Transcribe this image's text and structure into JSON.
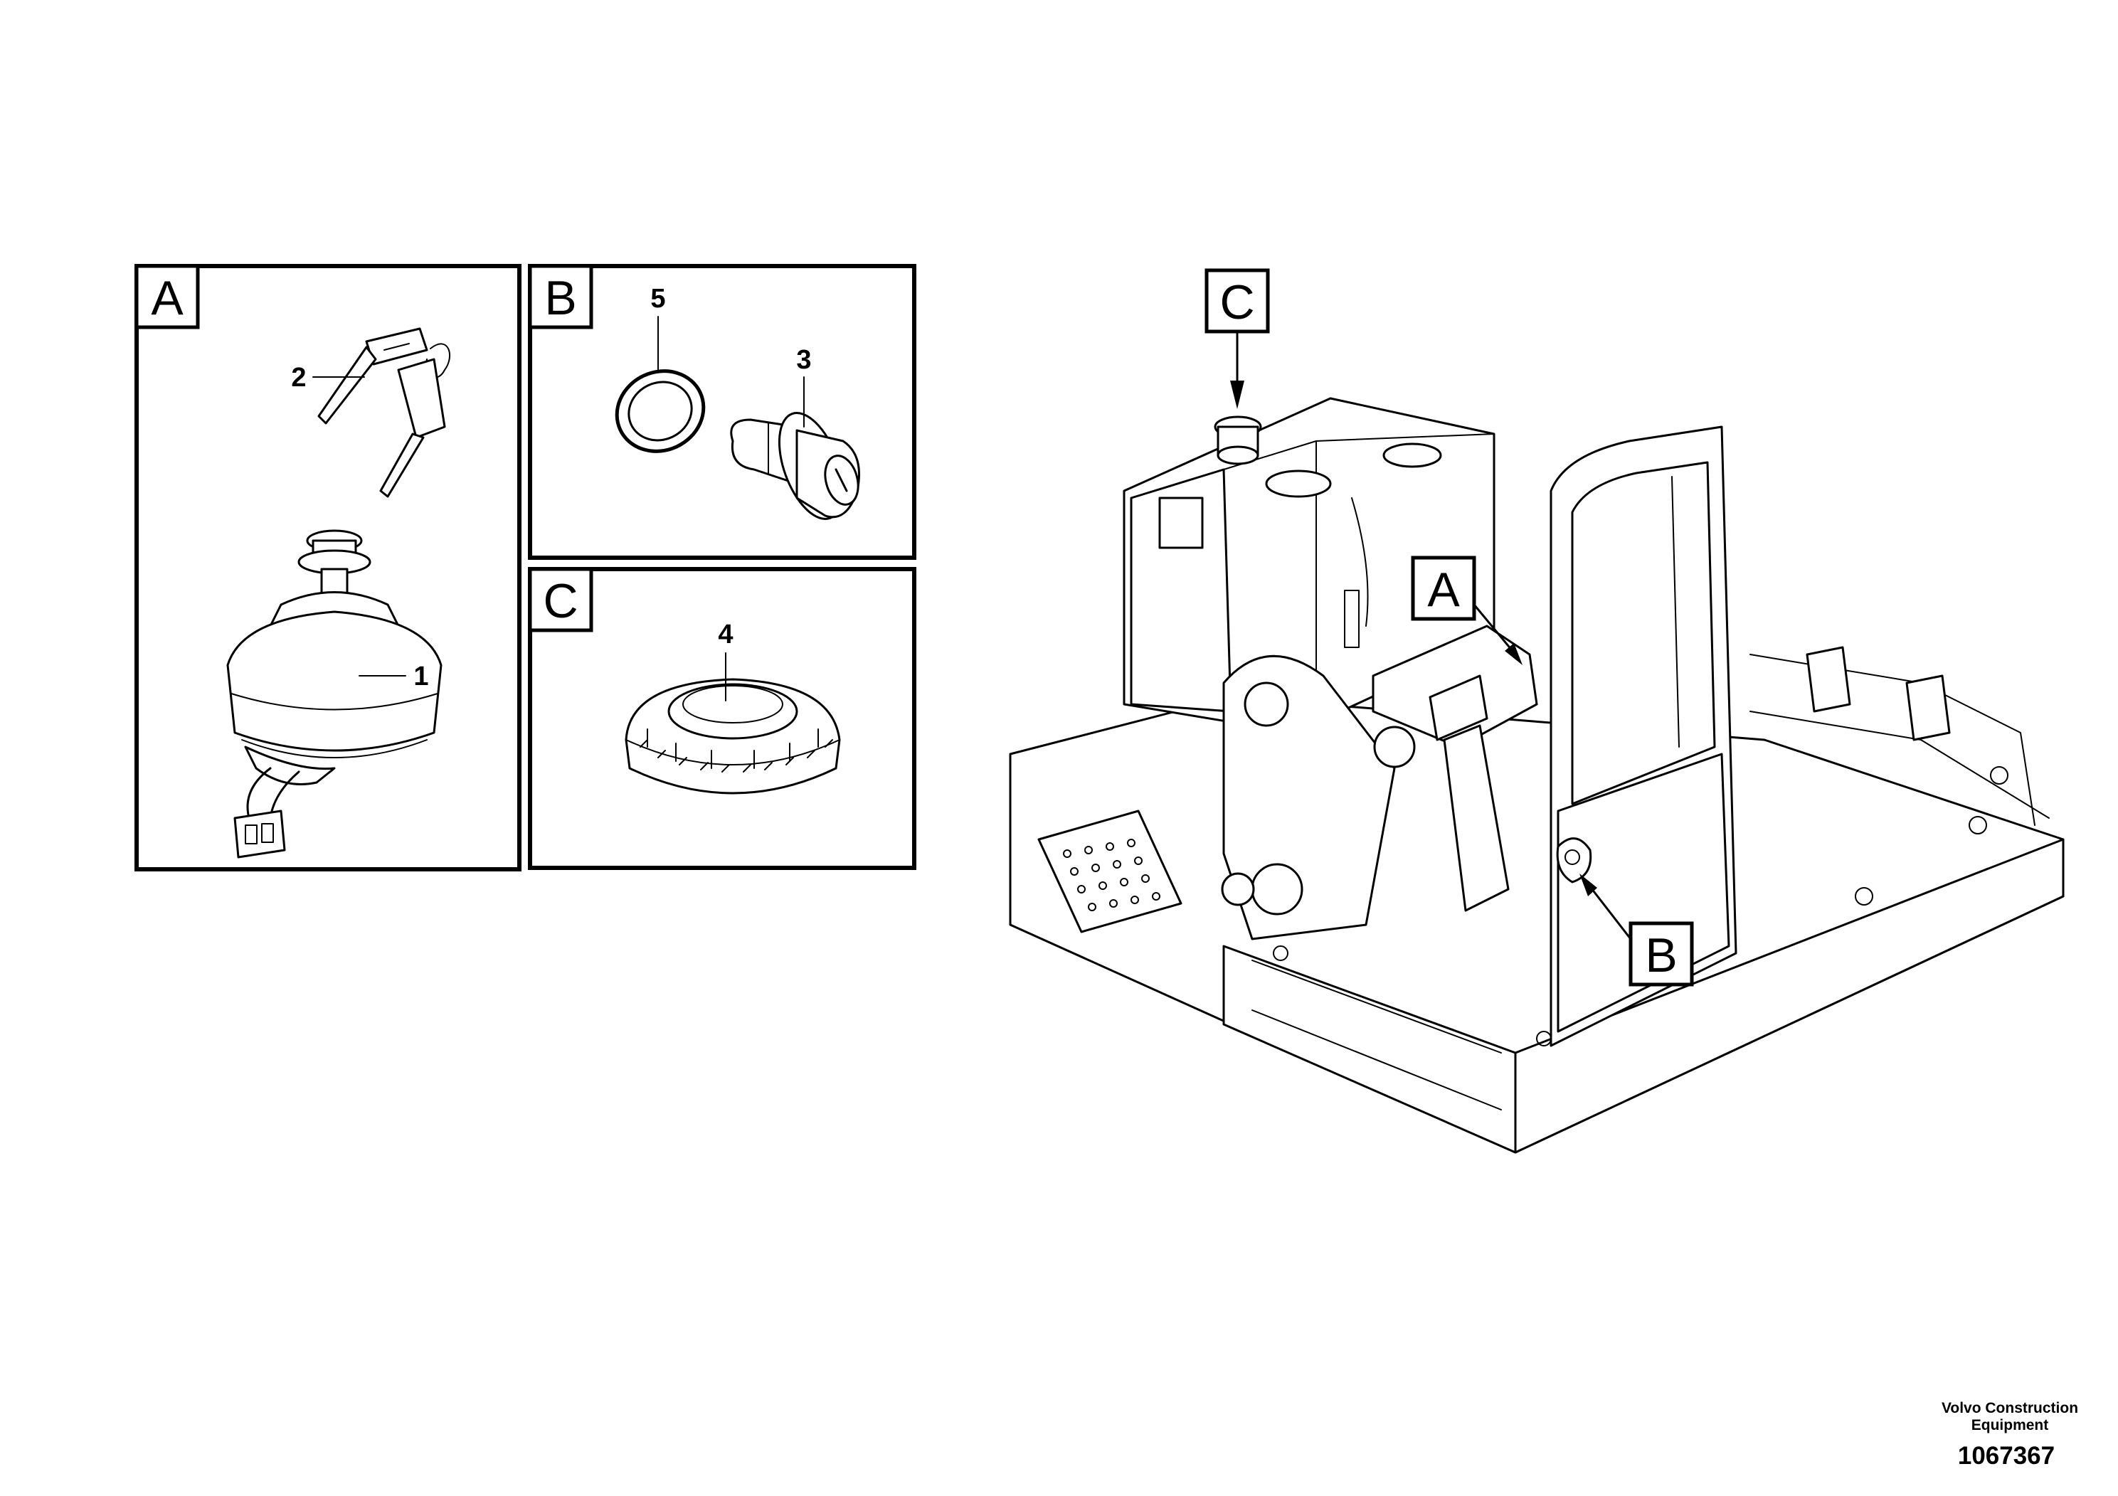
{
  "panels": [
    {
      "letter": "A"
    },
    {
      "letter": "B"
    },
    {
      "letter": "C"
    }
  ],
  "callouts": {
    "ignition_switch": "1",
    "keys": "2",
    "lock_cylinder": "3",
    "fuel_cap": "4",
    "seal_ring": "5"
  },
  "machine_markers": {
    "a": "A",
    "b": "B",
    "c": "C"
  },
  "footer": {
    "company_line1": "Volvo Construction",
    "company_line2": "Equipment",
    "drawing_number": "1067367"
  }
}
